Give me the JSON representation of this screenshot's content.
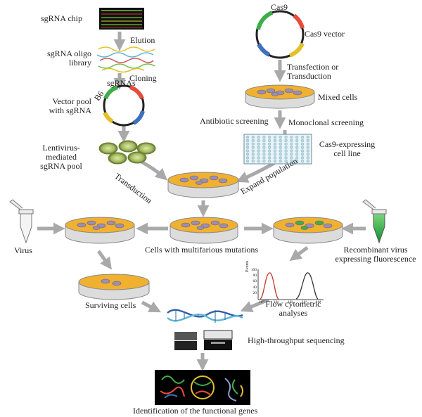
{
  "left_pipeline": {
    "sgrna_chip": "sgRNA chip",
    "elution": "Elution",
    "sgrna_oligo_library": [
      "sgRNA oligo",
      "library"
    ],
    "cloning": "Cloning",
    "sgrnas": "sgRNAs",
    "b6": "B6",
    "vector_pool": [
      "Vector pool",
      "with sgRNA"
    ],
    "lentivirus_pool": [
      "Lentivirus-",
      "mediated",
      "sgRNA pool"
    ],
    "transduction": "Transduction"
  },
  "right_pipeline": {
    "cas9": "Cas9",
    "cas9_vector": "Cas9 vector",
    "transfection": [
      "Transfection or",
      "Transduction"
    ],
    "mixed_cells": "Mixed cells",
    "antibiotic_screening": "Antibiotic screening",
    "monoclonal_screening": "Monoclonal screening",
    "cas9_cell_line": [
      "Cas9-expressing",
      "cell line"
    ],
    "expand_population": "Expand population"
  },
  "middle": {
    "virus": "Virus",
    "cells_mutations": "Cells with multifarious mutations",
    "recombinant_virus": [
      "Recombinant virus",
      "expressing fluorescence"
    ],
    "surviving_cells": "Surviving cells",
    "flow_cytometric": [
      "Flow cytometric",
      "analyses"
    ],
    "high_throughput": "High-throughput sequencing",
    "identification": "Identification of the functional genes"
  },
  "flow_plot": {
    "ylabel": "Events",
    "yticks": [
      "100",
      "80",
      "60",
      "40",
      "20",
      "0"
    ],
    "xticks": [
      "10⁰",
      "10¹",
      "10²",
      "10³",
      "10⁴"
    ]
  },
  "colors": {
    "arrow": "#a9a9a9",
    "dish_medium": "#f0b030",
    "cell": "#9b8fb0",
    "green_cell": "#3fae4a",
    "tube_green": "#19a03c",
    "hist_red": "#c0392b",
    "hist_dark": "#333333"
  }
}
